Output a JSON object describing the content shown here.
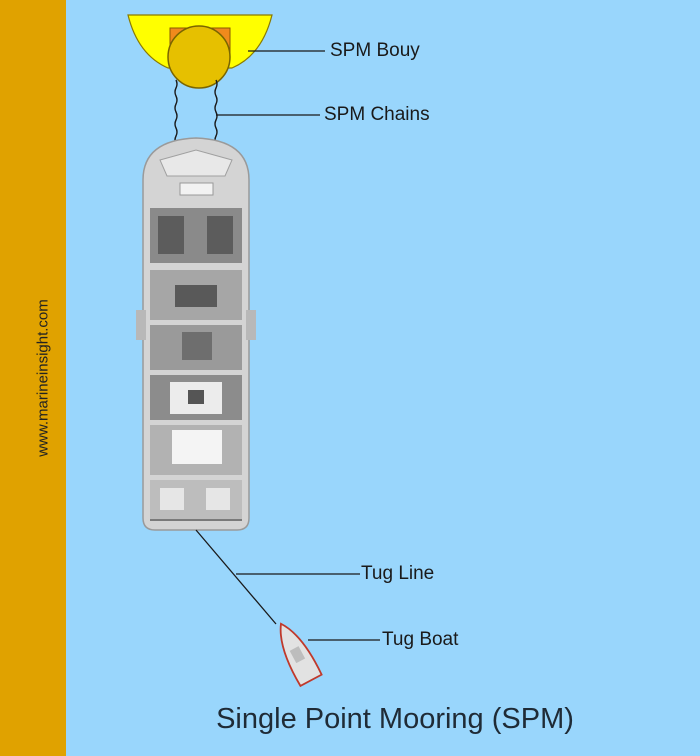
{
  "watermark": "www.marineinsight.com",
  "labels": {
    "buoy": "SPM Bouy",
    "chains": "SPM Chains",
    "tug_line": "Tug Line",
    "tug_boat": "Tug Boat"
  },
  "title": "Single Point Mooring (SPM)",
  "colors": {
    "water": "#99d6fc",
    "sidebar": "#e0a200",
    "buoy_float": "#ffff00",
    "buoy_body": "#e6c000",
    "ship_hull": "#d4d4d4",
    "tug_outline": "#c0392b"
  }
}
